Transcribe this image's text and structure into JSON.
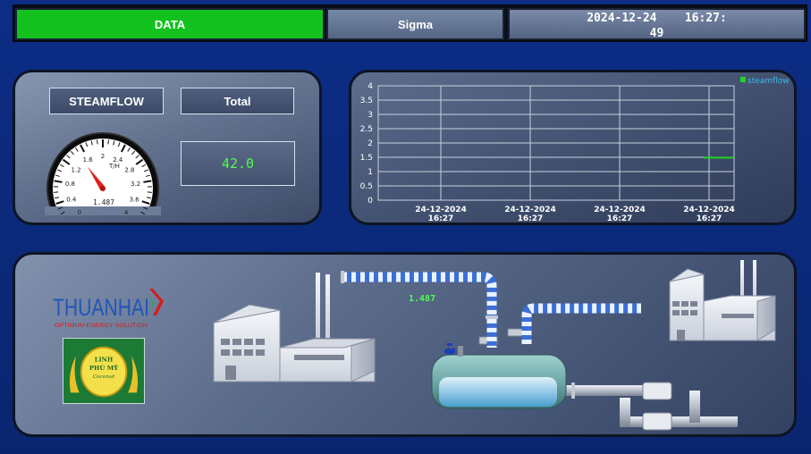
{
  "header": {
    "tabs": [
      {
        "label": "DATA",
        "active": true
      },
      {
        "label": "Sigma",
        "active": false
      }
    ],
    "date": "2024-12-24",
    "time_line1": "16:27:",
    "time_line2": "49"
  },
  "gauge_panel": {
    "label_steamflow": "STEAMFLOW",
    "label_total": "Total",
    "total_value": "42.0",
    "gauge": {
      "unit": "T/H",
      "readout": "1.487",
      "value": 1.487,
      "min": 0,
      "max": 4,
      "tick_labels": [
        "0",
        "0.4",
        "0.8",
        "1.2",
        "1.6",
        "2",
        "2.4",
        "2.8",
        "3.2",
        "3.6",
        "4"
      ],
      "needle_color": "#e0211a"
    }
  },
  "chart_data": {
    "type": "line",
    "ylim": [
      0,
      4
    ],
    "y_ticks": [
      "0",
      "0.5",
      "1",
      "1.5",
      "2",
      "2.5",
      "3",
      "3.5",
      "4"
    ],
    "x_tick_labels": [
      {
        "date": "24-12-2024",
        "time": "16:27"
      },
      {
        "date": "24-12-2024",
        "time": "16:27"
      },
      {
        "date": "24-12-2024",
        "time": "16:27"
      },
      {
        "date": "24-12-2024",
        "time": "16:27"
      }
    ],
    "legend_position": "top-right",
    "grid": true,
    "series": [
      {
        "name": "steamflow",
        "color": "#22d422",
        "values": [
          1.487,
          1.487
        ]
      }
    ]
  },
  "process": {
    "flow_value": "1.487",
    "brand_name": "THUANHAI",
    "brand_tagline": "OPTIMUM ENERGY SOLUTION",
    "coconut_logo_text": [
      "LINH",
      "PHÚ MỸ",
      "Coconut"
    ],
    "colors": {
      "pipe_blue": "#3a6fd8",
      "pipe_white": "#eaf2ff",
      "accent_green": "#4dff4d"
    }
  }
}
